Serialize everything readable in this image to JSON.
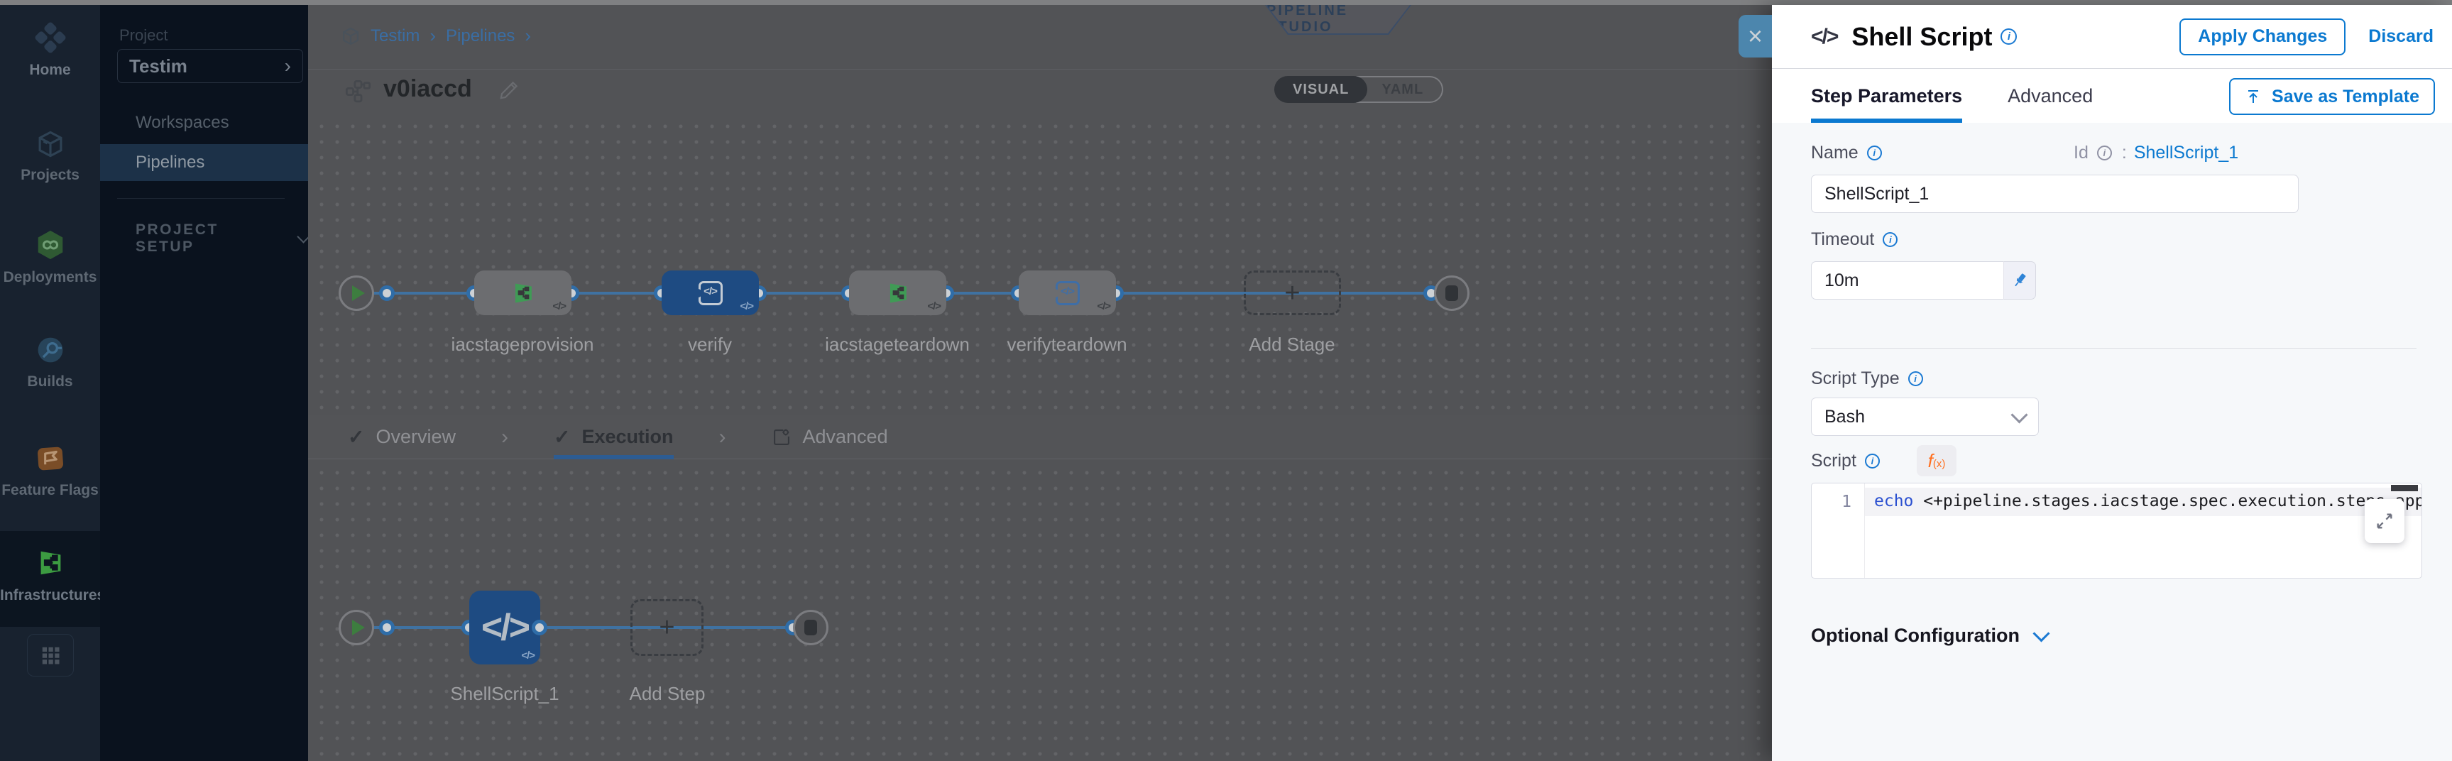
{
  "colors": {
    "accent_blue": "#0b79d0",
    "selected_node_blue": "#1e4b82",
    "success_green": "#3f8d47",
    "fx_orange": "#ff7020",
    "nav_bg": "#18222f",
    "canvas_dimmed_bg": "#525356",
    "close_button_blue": "#4c86ad"
  },
  "glyphs": {
    "close": "×",
    "plus": "+",
    "check": "✓",
    "breadcrumb_sep": "›",
    "tab_sep": "›",
    "select_chevron": "›",
    "code_badge": "</>",
    "shell_icon": "</>",
    "id_colon": ":"
  },
  "nav": {
    "items": [
      {
        "label": "Home"
      },
      {
        "label": "Projects"
      },
      {
        "label": "Deployments"
      },
      {
        "label": "Builds"
      },
      {
        "label": "Feature Flags"
      },
      {
        "label": "Infrastructures"
      }
    ]
  },
  "project_sidebar": {
    "section_label": "Project",
    "project_name": "Testim",
    "workspaces_label": "Workspaces",
    "pipelines_label": "Pipelines",
    "setup_label": "PROJECT SETUP"
  },
  "header": {
    "breadcrumb": [
      {
        "label": "Testim"
      },
      {
        "label": "Pipelines"
      }
    ],
    "studio_badge": "PIPELINE STUDIO",
    "pipeline_name": "v0iaccd",
    "visual": "VISUAL",
    "yaml": "YAML"
  },
  "stage_graph": {
    "stages": [
      {
        "label": "iacstageprovision"
      },
      {
        "label": "verify"
      },
      {
        "label": "iacstageteardown"
      },
      {
        "label": "verifyteardown"
      }
    ],
    "add_stage": "Add Stage"
  },
  "tabs": {
    "overview": "Overview",
    "execution": "Execution",
    "advanced": "Advanced"
  },
  "execution_graph": {
    "step_label": "ShellScript_1",
    "add_step": "Add Step"
  },
  "drawer": {
    "title": "Shell Script",
    "apply": "Apply Changes",
    "discard": "Discard",
    "tab_step_parameters": "Step Parameters",
    "tab_advanced": "Advanced",
    "save_as_template": "Save as Template",
    "name_label": "Name",
    "name_value": "ShellScript_1",
    "id_label": "Id",
    "id_value": "ShellScript_1",
    "timeout_label": "Timeout",
    "timeout_value": "10m",
    "script_type_label": "Script Type",
    "script_type_value": "Bash",
    "script_label": "Script",
    "fx_label": "f",
    "fx_sub": "(x)",
    "code": {
      "line_number": "1",
      "keyword": "echo",
      "rest": " <+pipeline.stages.iacstage.spec.execution.steps.appl"
    },
    "optional_configuration": "Optional Configuration"
  }
}
